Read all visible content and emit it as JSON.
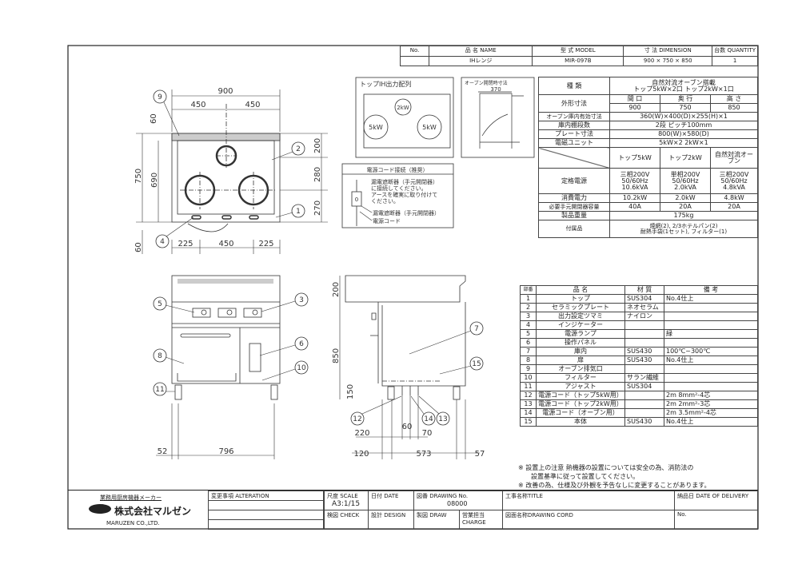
{
  "header_table": {
    "columns": [
      "No.",
      "品 名 NAME",
      "型 式 MODEL",
      "寸 法 DIMENSION",
      "台数 QUANTITY"
    ],
    "row": {
      "no": "",
      "name": "IHレンジ",
      "model": "MIR-097B",
      "dimension": "900 × 750 × 850",
      "quantity": "1"
    }
  },
  "top_view": {
    "dims": {
      "width": "900",
      "half_l": "450",
      "half_r": "450",
      "back": "60",
      "depth": "750",
      "inner": "690",
      "r1": "200",
      "r2": "280",
      "r3": "270",
      "front": "60",
      "b1": "225",
      "b2": "450",
      "b3": "225"
    },
    "balloons": {
      "b9": "9",
      "b2": "2",
      "b1": "1",
      "b4": "4"
    }
  },
  "layout_box": {
    "title": "トップIH出力配列",
    "small": "2kW",
    "left": "5kW",
    "right": "5kW"
  },
  "oven_box": {
    "title": "オーブン開閉時寸法",
    "dim": "370"
  },
  "cord_box": {
    "title": "電源コード接続（推奨）",
    "lines": [
      "漏電遮断器（手元開閉器）",
      "に接続してください。",
      "アースを確実に取り付けて",
      "ください。"
    ],
    "breaker_label": "漏電遮断器（手元開閉器）",
    "cord_label": "電源コード",
    "switch_mark": "0"
  },
  "front_view": {
    "dims": {
      "left": "52",
      "span": "796"
    },
    "balloons": {
      "b5": "5",
      "b3": "3",
      "b8": "8",
      "b6": "6",
      "b10": "10",
      "b11": "11"
    }
  },
  "side_view": {
    "dims": {
      "top": "200",
      "height": "850",
      "leg": "150",
      "d220": "220",
      "d60": "60",
      "d70": "70",
      "d120": "120",
      "d573": "573",
      "d57": "57"
    },
    "balloons": {
      "b7": "7",
      "b15": "15",
      "b12": "12",
      "b14": "14",
      "b13": "13"
    }
  },
  "spec_table": {
    "type_label": "種 類",
    "type_value1": "自然対流オーブン搭載",
    "type_value2": "トップ5kW×2口 トップ2kW×1口",
    "outer_label": "外形寸法",
    "outer_heads": [
      "間 口",
      "奥 行",
      "高 さ"
    ],
    "outer_values": [
      "900",
      "750",
      "850"
    ],
    "oven_label": "オーブン庫内有効寸法",
    "oven_value": "360(W)×400(D)×255(H)×1",
    "shelf_label": "庫内棚段数",
    "shelf_value": "2段 ピッチ100mm",
    "plate_label": "プレート寸法",
    "plate_value": "800(W)×580(D)",
    "unit_label": "電磁ユニット",
    "unit_value": "5kW×2 2kW×1",
    "col_heads": [
      "トップ5kW",
      "トップ2kW",
      "自然対流オーブン"
    ],
    "power_label": "定格電源",
    "power": [
      [
        "三相200V",
        "50/60Hz",
        "10.6kVA"
      ],
      [
        "単相200V",
        "50/60Hz",
        "2.0kVA"
      ],
      [
        "三相200V",
        "50/60Hz",
        "4.8kVA"
      ]
    ],
    "consume_label": "消費電力",
    "consume": [
      "10.2kW",
      "2.0kW",
      "4.8kW"
    ],
    "breaker_label": "必要手元開閉器容量",
    "breaker": [
      "40A",
      "20A",
      "20A"
    ],
    "weight_label": "製品重量",
    "weight": "175kg",
    "acc_label": "付属品",
    "acc1": "焼網(2), 2/3ホテルパン(2)",
    "acc2": "耐熱手袋(1セット), フィルター(1)"
  },
  "parts_table": {
    "heads": [
      "部番",
      "品 名",
      "材 質",
      "備 考"
    ],
    "rows": [
      [
        "1",
        "トップ",
        "SUS304",
        "No.4仕上"
      ],
      [
        "2",
        "セラミックプレート",
        "ネオセラム",
        ""
      ],
      [
        "3",
        "出力設定ツマミ",
        "ナイロン",
        ""
      ],
      [
        "4",
        "インジケーター",
        "",
        ""
      ],
      [
        "5",
        "電源ランプ",
        "",
        "緑"
      ],
      [
        "6",
        "操作パネル",
        "",
        ""
      ],
      [
        "7",
        "庫内",
        "SUS430",
        "100℃~300℃"
      ],
      [
        "8",
        "扉",
        "SUS430",
        "No.4仕上"
      ],
      [
        "9",
        "オーブン排気口",
        "",
        ""
      ],
      [
        "10",
        "フィルター",
        "サラン繊維",
        ""
      ],
      [
        "11",
        "アジャスト",
        "SUS304",
        ""
      ],
      [
        "12",
        "電源コード（トップ5kW用）",
        "",
        "2m 8mm²-4芯"
      ],
      [
        "13",
        "電源コード（トップ2kW用）",
        "",
        "2m 2mm²-3芯"
      ],
      [
        "14",
        "電源コード（オーブン用）",
        "",
        "2m 3.5mm²-4芯"
      ],
      [
        "15",
        "本体",
        "SUS430",
        "No.4仕上"
      ]
    ]
  },
  "notes": [
    "※ 設置上の注意 熱機器の設置については安全の為、消防法の",
    "設置基準に従って設置してください。",
    "※ 改善の為、仕様及び外観を予告なしに変更することがあります。"
  ],
  "title_block": {
    "maker": "業務用厨房機器メーカー",
    "company": "株式会社マルゼン",
    "company_en": "MARUZEN CO.,LTD.",
    "alteration": "変更事項 ALTERATION",
    "scale_label": "尺度 SCALE",
    "scale": "A3:1/15",
    "date": "日付 DATE",
    "drawing_no_label": "図番 DRAWING No.",
    "drawing_no": "08000",
    "title": "工事名称TITLE",
    "delivery": "納品日 DATE OF DELIVERY",
    "check": "検図 CHECK",
    "design": "設計 DESIGN",
    "draw": "製図 DRAW",
    "charge": "営業担当CHARGE",
    "drawing_cord": "図面名称DRAWING CORD",
    "no": "No."
  }
}
